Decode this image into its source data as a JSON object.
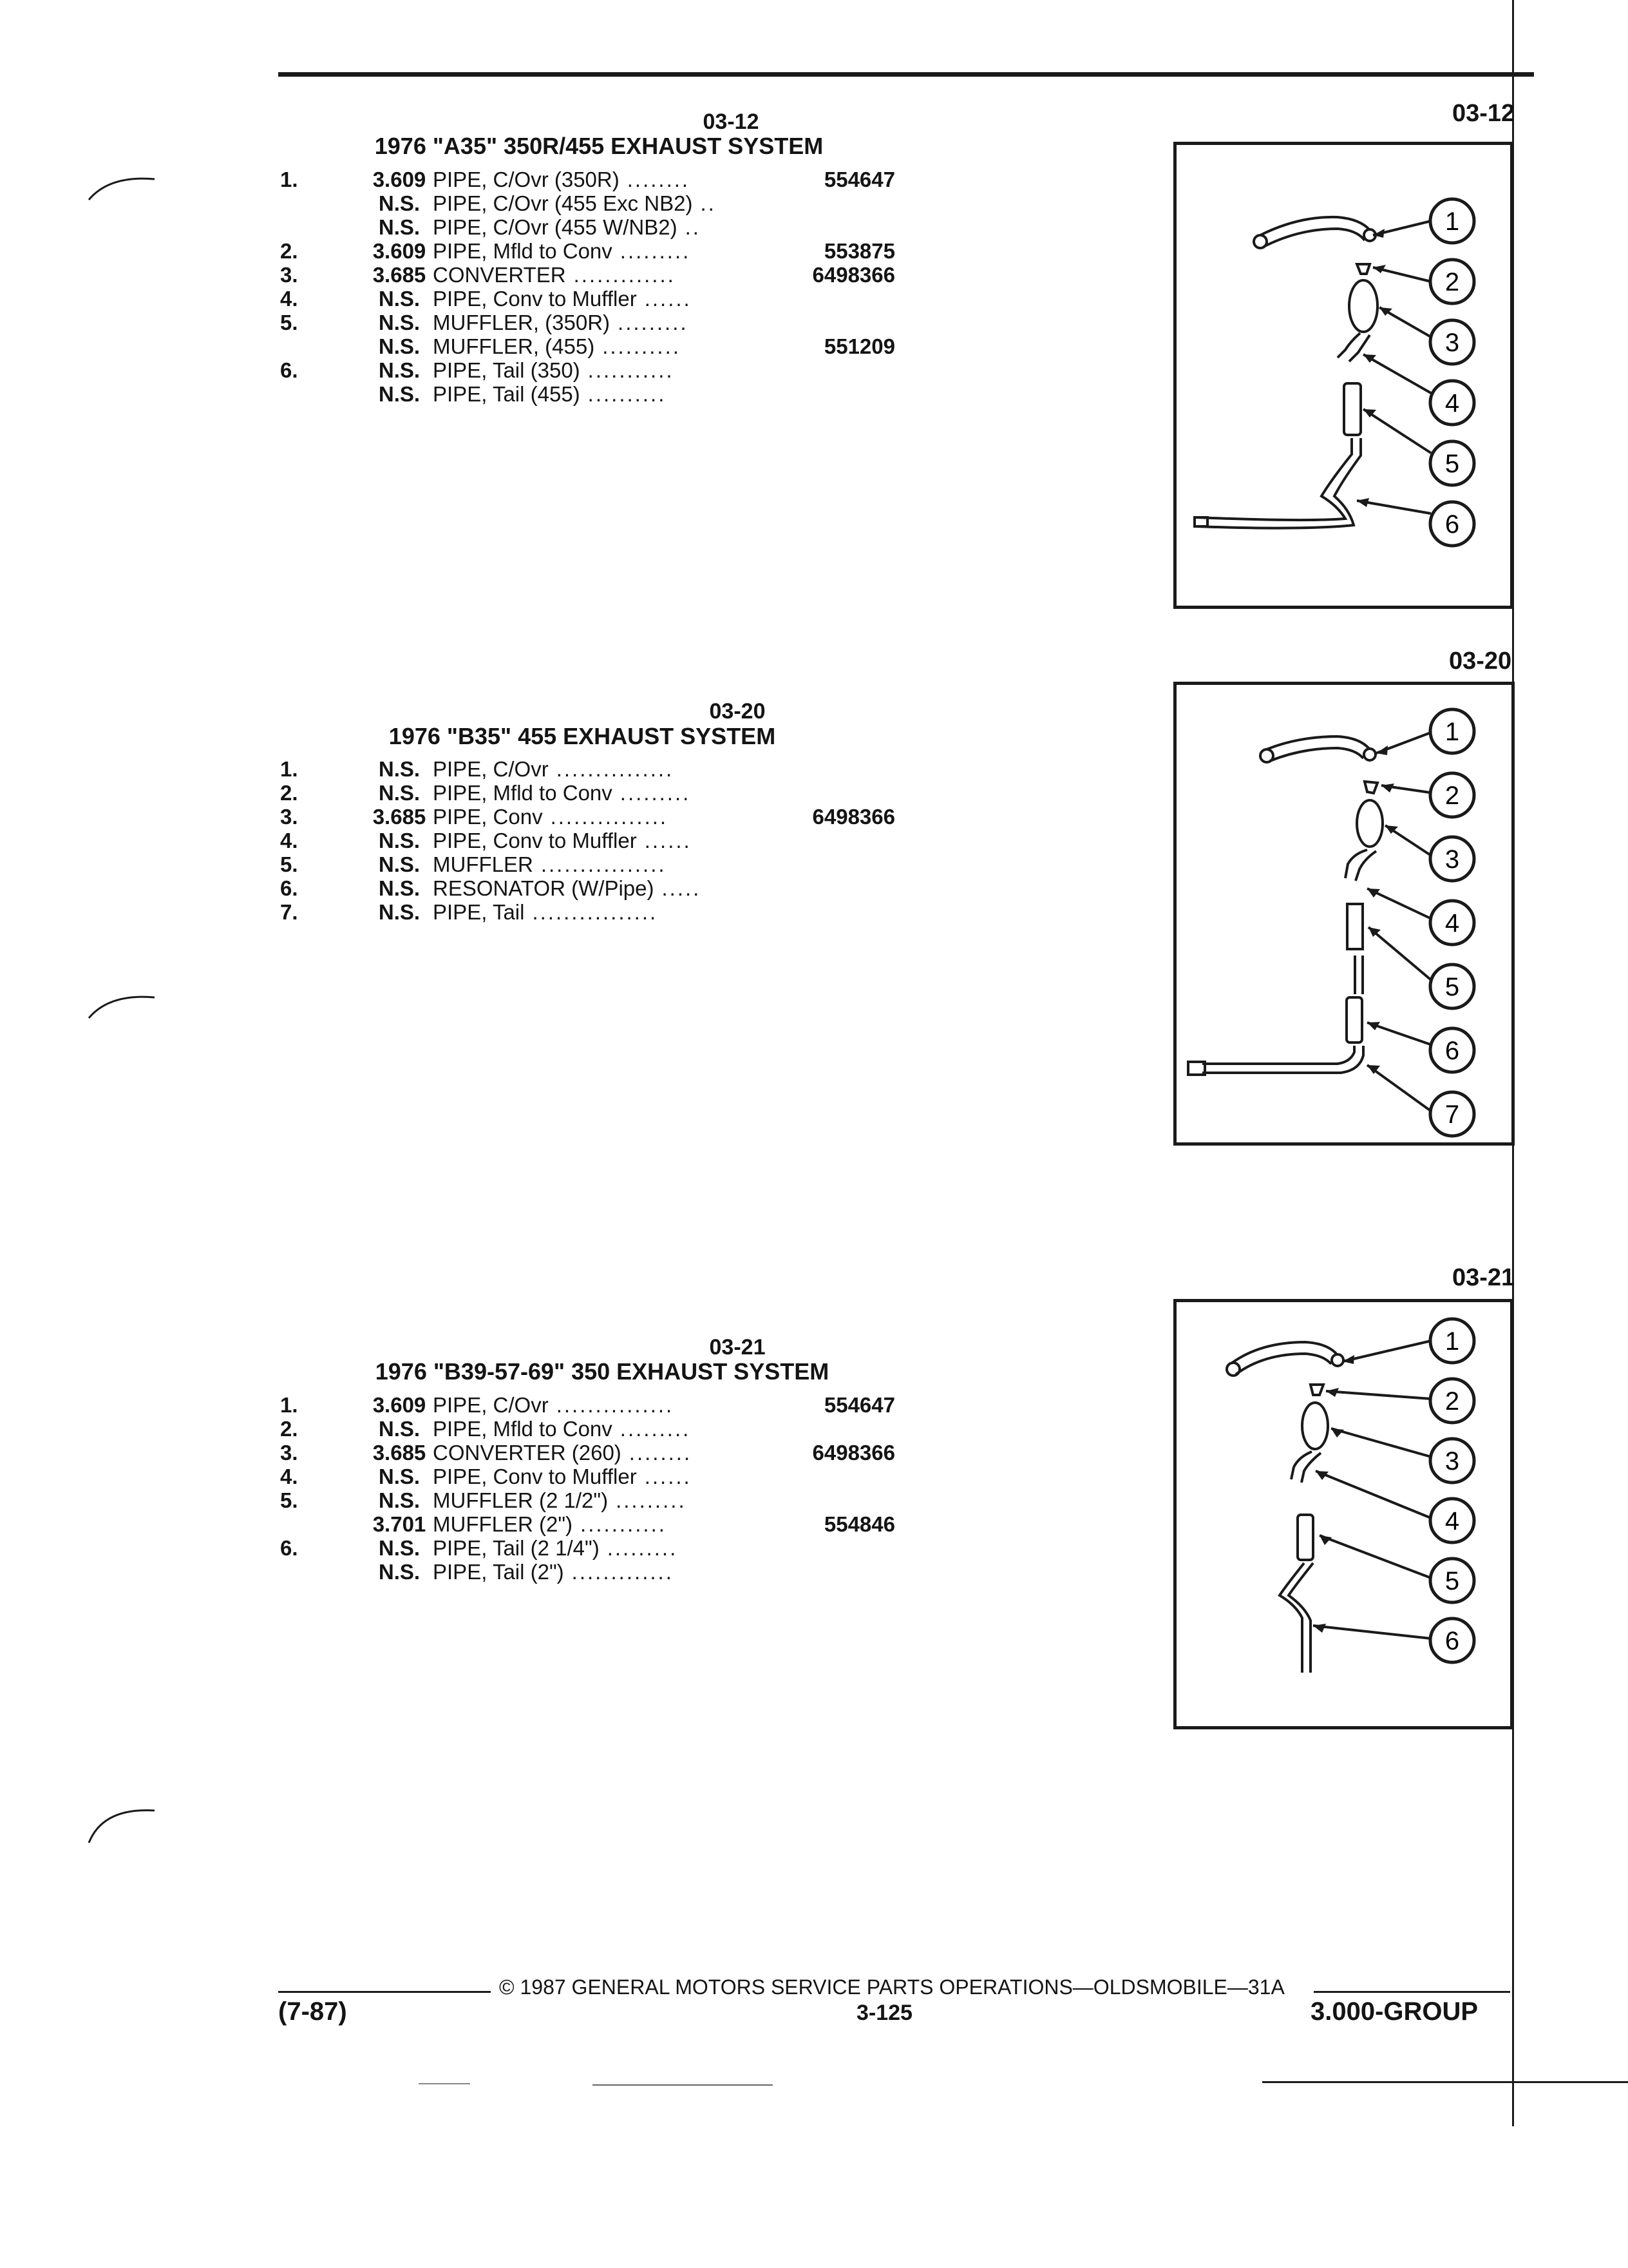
{
  "colors": {
    "ink": "#141414",
    "paper": "#ffffff"
  },
  "sections": [
    {
      "tag": "03-12",
      "code": "03-12",
      "title": "1976 \"A35\" 350R/455 EXHAUST SYSTEM",
      "rows": [
        {
          "num": "1.",
          "group": "3.609",
          "name": "PIPE, C/Ovr (350R)",
          "dots": "........",
          "part": "554647"
        },
        {
          "num": "",
          "group": "N.S.",
          "name": "PIPE, C/Ovr (455 Exc NB2)",
          "dots": "..",
          "part": ""
        },
        {
          "num": "",
          "group": "N.S.",
          "name": "PIPE, C/Ovr (455 W/NB2)",
          "dots": "..",
          "part": ""
        },
        {
          "num": "2.",
          "group": "3.609",
          "name": "PIPE, Mfld to Conv",
          "dots": ".........",
          "part": "553875"
        },
        {
          "num": "3.",
          "group": "3.685",
          "name": "CONVERTER",
          "dots": ".............",
          "part": "6498366"
        },
        {
          "num": "4.",
          "group": "N.S.",
          "name": "PIPE, Conv to Muffler",
          "dots": "......",
          "part": ""
        },
        {
          "num": "5.",
          "group": "N.S.",
          "name": "MUFFLER, (350R)",
          "dots": ".........",
          "part": ""
        },
        {
          "num": "",
          "group": "N.S.",
          "name": "MUFFLER, (455)",
          "dots": "..........",
          "part": "551209"
        },
        {
          "num": "6.",
          "group": "N.S.",
          "name": "PIPE, Tail (350)",
          "dots": "...........",
          "part": ""
        },
        {
          "num": "",
          "group": "N.S.",
          "name": "PIPE, Tail (455)",
          "dots": "..........",
          "part": ""
        }
      ],
      "callouts": [
        "1",
        "2",
        "3",
        "4",
        "5",
        "6"
      ]
    },
    {
      "tag": "03-20",
      "code": "03-20",
      "title": "1976 \"B35\" 455 EXHAUST SYSTEM",
      "rows": [
        {
          "num": "1.",
          "group": "N.S.",
          "name": "PIPE, C/Ovr",
          "dots": "...............",
          "part": ""
        },
        {
          "num": "2.",
          "group": "N.S.",
          "name": "PIPE, Mfld to Conv",
          "dots": ".........",
          "part": ""
        },
        {
          "num": "3.",
          "group": "3.685",
          "name": "PIPE, Conv",
          "dots": "...............",
          "part": "6498366"
        },
        {
          "num": "4.",
          "group": "N.S.",
          "name": "PIPE, Conv to Muffler",
          "dots": "......",
          "part": ""
        },
        {
          "num": "5.",
          "group": "N.S.",
          "name": "MUFFLER",
          "dots": "................",
          "part": ""
        },
        {
          "num": "6.",
          "group": "N.S.",
          "name": "RESONATOR (W/Pipe)",
          "dots": ".....",
          "part": ""
        },
        {
          "num": "7.",
          "group": "N.S.",
          "name": "PIPE, Tail",
          "dots": "................",
          "part": ""
        }
      ],
      "callouts": [
        "1",
        "2",
        "3",
        "4",
        "5",
        "6",
        "7"
      ]
    },
    {
      "tag": "03-21",
      "code": "03-21",
      "title": "1976 \"B39-57-69\" 350 EXHAUST SYSTEM",
      "rows": [
        {
          "num": "1.",
          "group": "3.609",
          "name": "PIPE, C/Ovr",
          "dots": "...............",
          "part": "554647"
        },
        {
          "num": "2.",
          "group": "N.S.",
          "name": "PIPE, Mfld to Conv",
          "dots": ".........",
          "part": ""
        },
        {
          "num": "3.",
          "group": "3.685",
          "name": "CONVERTER (260)",
          "dots": "........",
          "part": "6498366"
        },
        {
          "num": "4.",
          "group": "N.S.",
          "name": "PIPE, Conv to Muffler",
          "dots": "......",
          "part": ""
        },
        {
          "num": "5.",
          "group": "N.S.",
          "name": "MUFFLER (2 1/2\")",
          "dots": ".........",
          "part": ""
        },
        {
          "num": "",
          "group": "3.701",
          "name": "MUFFLER (2\")",
          "dots": "...........",
          "part": "554846"
        },
        {
          "num": "6.",
          "group": "N.S.",
          "name": "PIPE, Tail (2 1/4\")",
          "dots": ".........",
          "part": ""
        },
        {
          "num": "",
          "group": "N.S.",
          "name": "PIPE, Tail (2\")",
          "dots": ".............",
          "part": ""
        }
      ],
      "callouts": [
        "1",
        "2",
        "3",
        "4",
        "5",
        "6"
      ]
    }
  ],
  "footer": {
    "copyright": "© 1987 GENERAL MOTORS SERVICE PARTS OPERATIONS—OLDSMOBILE—31A",
    "revision": "(7-87)",
    "page": "3-125",
    "group": "3.000-GROUP"
  }
}
